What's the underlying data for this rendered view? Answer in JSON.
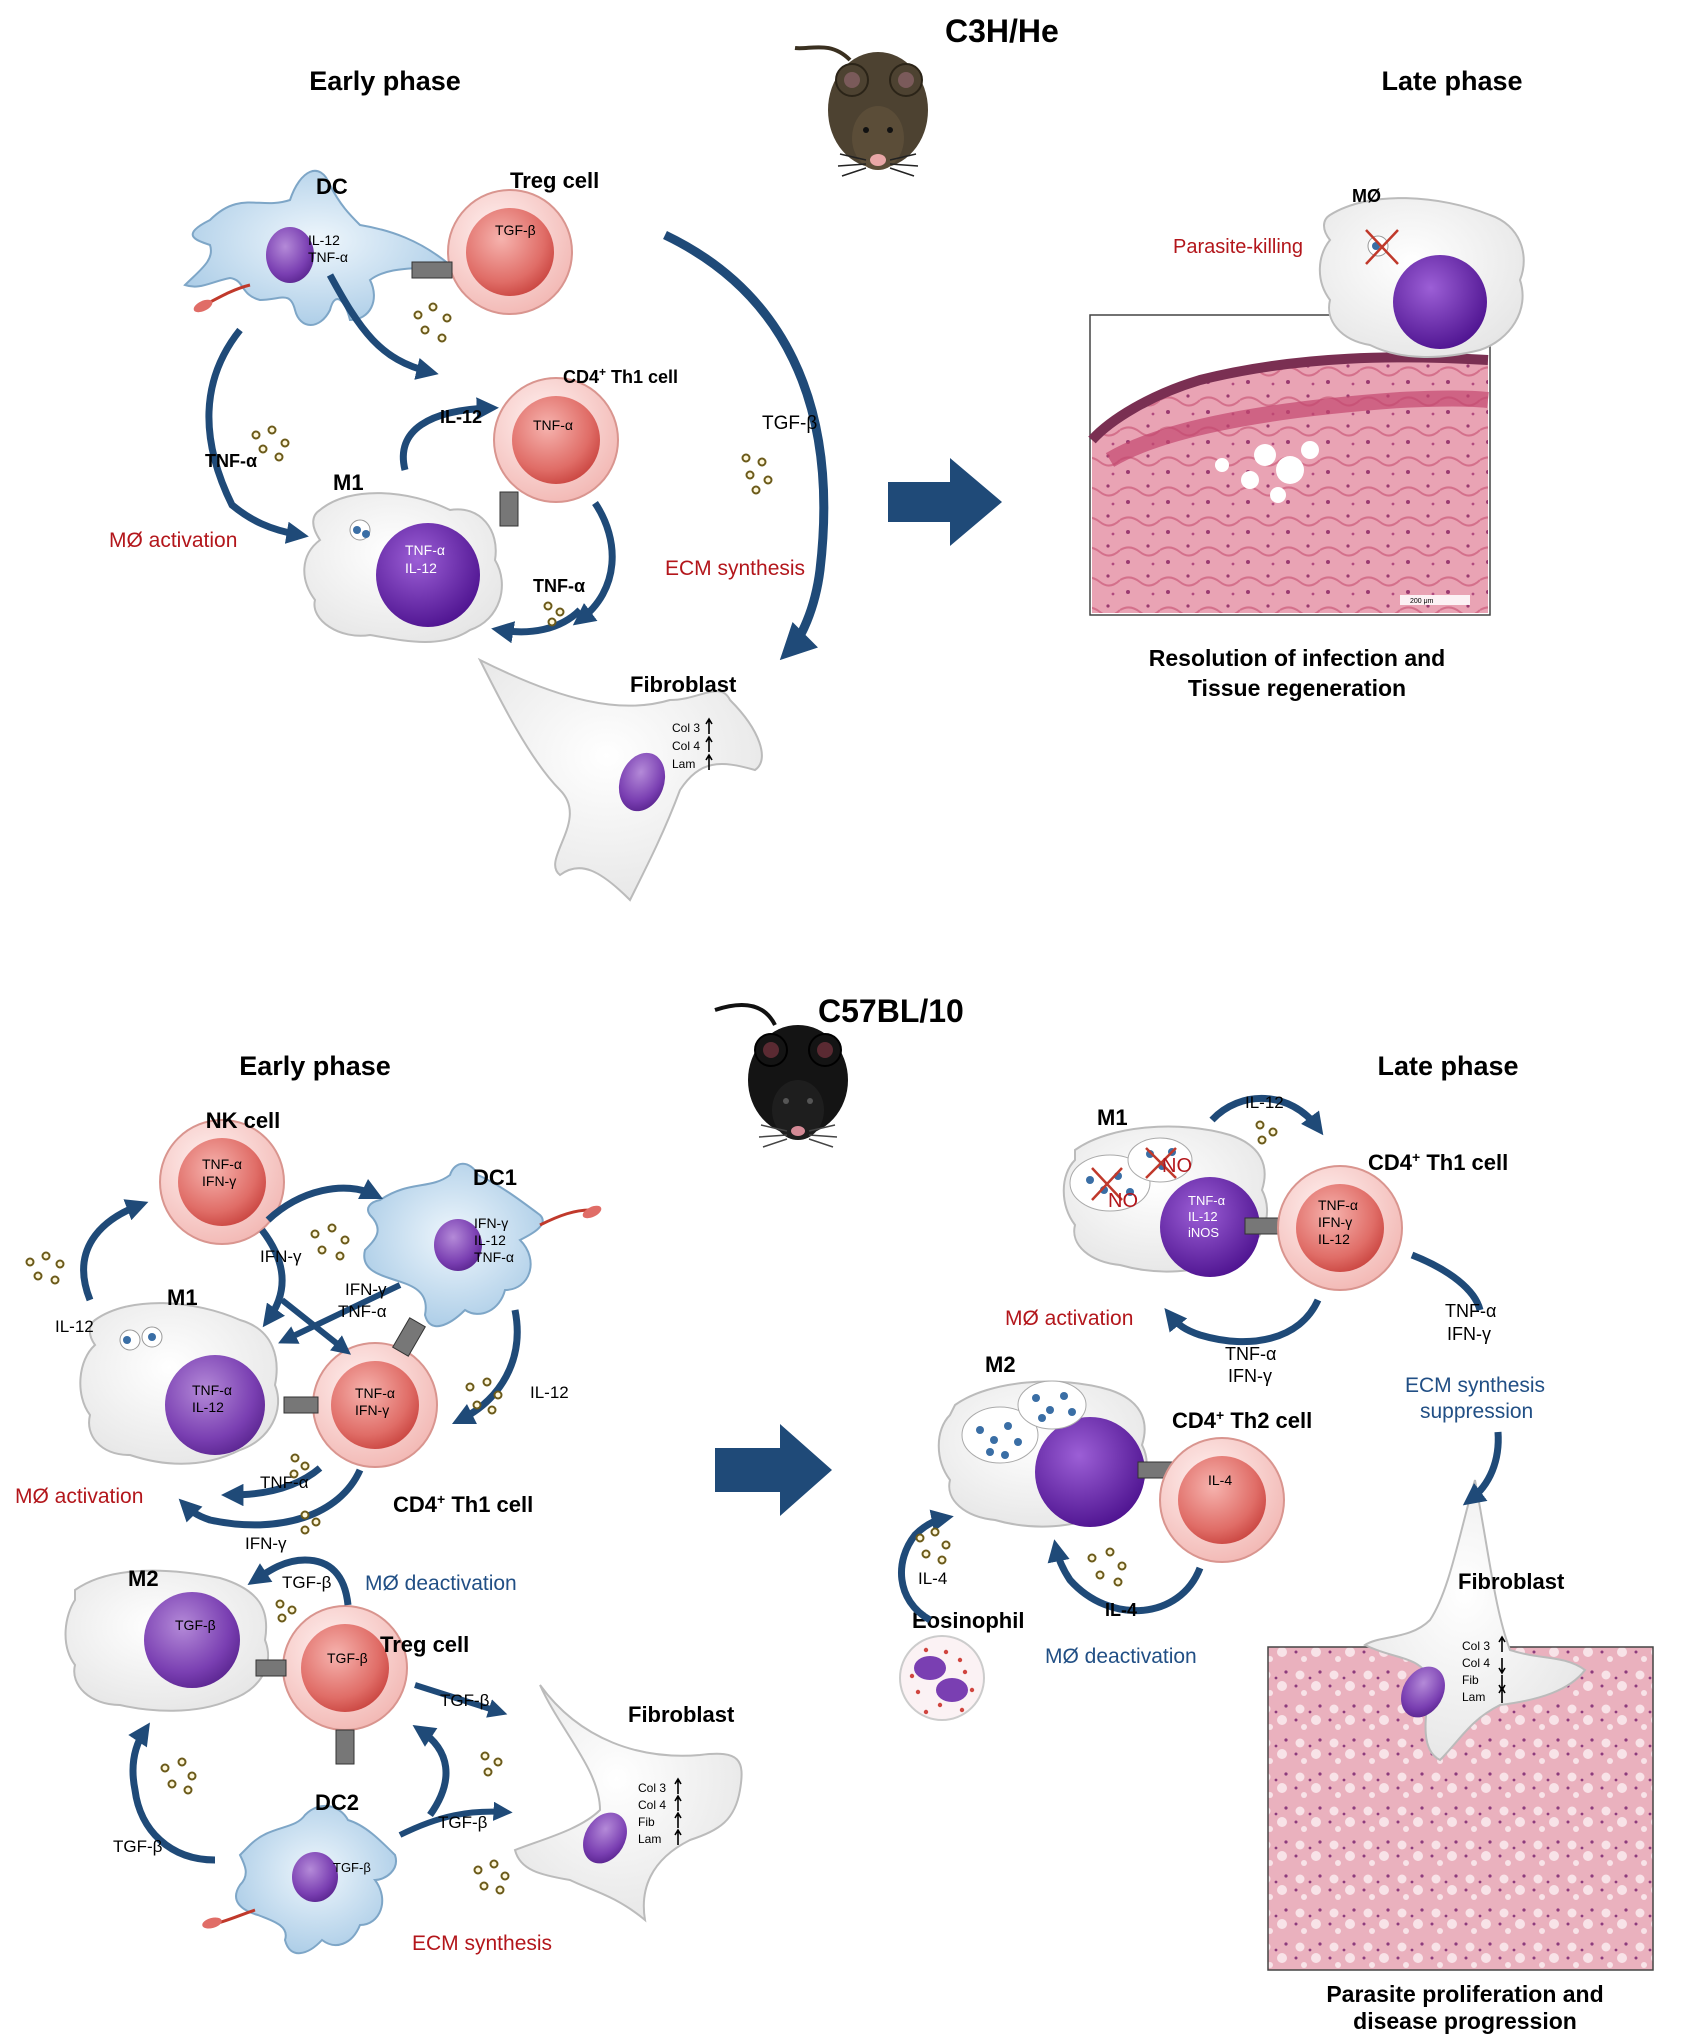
{
  "top": {
    "strain": "C3H/He",
    "early_title": "Early phase",
    "late_title": "Late phase",
    "cells": {
      "dc": {
        "label": "DC",
        "l1": "IL-12",
        "l2": "TNF-α"
      },
      "treg": {
        "label": "Treg cell",
        "l1": "TGF-β"
      },
      "th1": {
        "label": "CD4",
        "sup": "+",
        "rest": " Th1 cell",
        "l1": "TNF-α"
      },
      "m1": {
        "label": "M1",
        "l1": "TNF-α",
        "l2": "IL-12"
      },
      "fibro": {
        "label": "Fibroblast",
        "g1": "Col 3",
        "g2": "Col 4",
        "g3": "Lam"
      },
      "mo": {
        "label": "MØ"
      }
    },
    "arrows": {
      "il12": "IL-12",
      "tnfa_left": "TNF-α",
      "tnfa_right": "TNF-α",
      "tgfb": "TGF-β"
    },
    "annotations": {
      "mo_activation": "MØ activation",
      "ecm": "ECM synthesis",
      "parasite_killing": "Parasite-killing"
    },
    "outcome": {
      "line1": "Resolution of infection and",
      "line2": "Tissue regeneration"
    },
    "scale_bar": "200 μm"
  },
  "bottom": {
    "strain": "C57BL/10",
    "early_title": "Early phase",
    "late_title": "Late phase",
    "early": {
      "nk": {
        "label": "NK cell",
        "l1": "TNF-α",
        "l2": "IFN-γ"
      },
      "dc1": {
        "label": "DC1",
        "l1": "IFN-γ",
        "l2": "IL-12",
        "l3": "TNF-α"
      },
      "m1": {
        "label": "M1",
        "l1": "TNF-α",
        "l2": "IL-12"
      },
      "th1": {
        "label": "CD4",
        "sup": "+",
        "rest": " Th1 cell",
        "l1": "TNF-α",
        "l2": "IFN-γ"
      },
      "m2": {
        "label": "M2",
        "l1": "TGF-β"
      },
      "treg": {
        "label": "Treg cell",
        "l1": "TGF-β"
      },
      "dc2": {
        "label": "DC2",
        "l1": "TGF-β"
      },
      "fibro": {
        "label": "Fibroblast",
        "g1": "Col 3",
        "g2": "Col 4",
        "g3": "Fib",
        "g4": "Lam"
      },
      "arrows": {
        "il12_left": "IL-12",
        "ifng_top": "IFN-γ",
        "ifng_mid": "IFN-γ",
        "tnfa_mid": "TNF-α",
        "il12_right": "IL-12",
        "tnfa_low": "TNF-α",
        "ifng_low": "IFN-γ",
        "tgfb_top": "TGF-β",
        "tgfb_fibro1": "TGF-β",
        "tgfb_fibro2": "TGF-β",
        "tgfb_left": "TGF-β"
      },
      "annotations": {
        "mo_activation": "MØ activation",
        "mo_deactivation": "MØ deactivation",
        "ecm": "ECM synthesis"
      }
    },
    "late": {
      "m1": {
        "label": "M1",
        "l1": "TNF-α",
        "l2": "IL-12",
        "l3": "iNOS",
        "no1": "NO",
        "no2": "NO"
      },
      "th1": {
        "label": "CD4",
        "sup": "+",
        "rest": " Th1 cell",
        "l1": "TNF-α",
        "l2": "IFN-γ",
        "l3": "IL-12"
      },
      "m2": {
        "label": "M2"
      },
      "th2": {
        "label": "CD4",
        "sup": "+",
        "rest": " Th2 cell",
        "l1": "IL-4"
      },
      "eos": {
        "label": "Eosinophil"
      },
      "fibro": {
        "label": "Fibroblast",
        "g1": "Col 3",
        "g2": "Col 4",
        "g3": "Fib",
        "g4": "Lam"
      },
      "arrows": {
        "il12": "IL-12",
        "tnfa": "TNF-α",
        "ifng": "IFN-γ",
        "tnfa_r": "TNF-α",
        "ifng_r": "IFN-γ",
        "il4_left": "IL-4",
        "il4_right": "IL-4"
      },
      "annotations": {
        "mo_activation": "MØ activation",
        "ecm1": "ECM synthesis",
        "ecm2": "suppression",
        "mo_deactivation": "MØ deactivation"
      }
    },
    "outcome": {
      "line1": "Parasite proliferation and",
      "line2": "disease progression"
    }
  },
  "colors": {
    "arrow": "#1f4a78",
    "red": "#b3161b",
    "blue": "#214f85"
  }
}
